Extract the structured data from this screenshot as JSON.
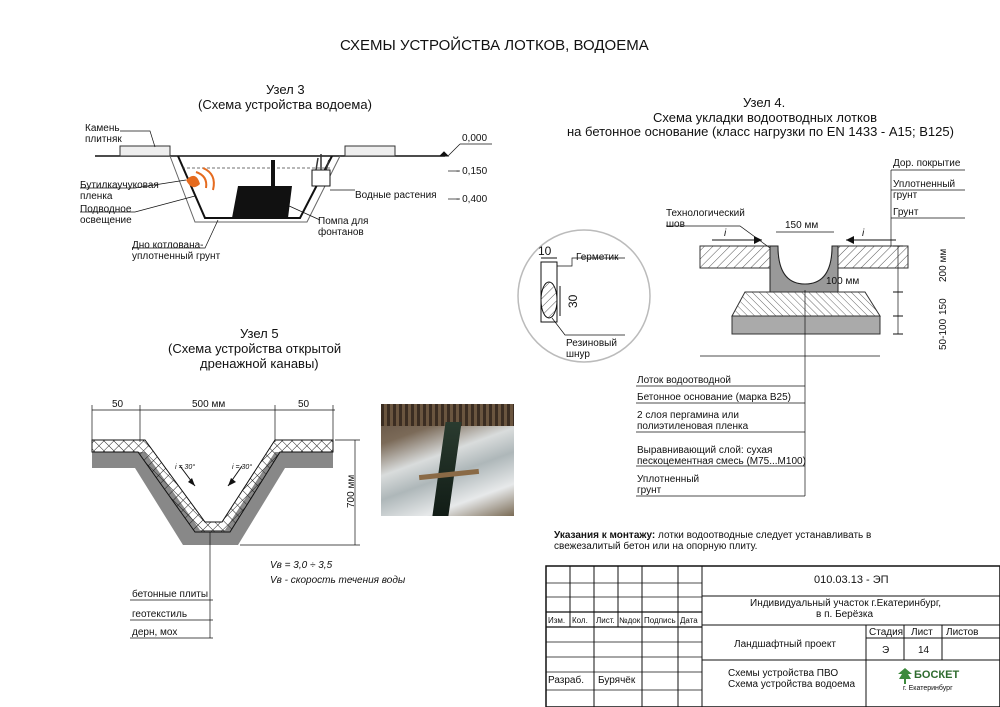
{
  "title": "СХЕМЫ УСТРОЙСТВА ЛОТКОВ, ВОДОЕМА",
  "node3": {
    "title": "Узел 3",
    "subtitle": "(Схема устройства водоема)",
    "labels": {
      "stone": "Камень",
      "tile": "плитняк",
      "film1": "Бутилкаучуковая",
      "film2": "пленка",
      "light1": "Подводное",
      "light2": "освещение",
      "bottom1": "Дно котлована-",
      "bottom2": "уплотненный грунт",
      "plants": "Водные растения",
      "pump1": "Помпа для",
      "pump2": "фонтанов"
    },
    "levels": [
      "0,000",
      "- 0,150",
      "- 0,400"
    ]
  },
  "node4": {
    "title": "Узел 4.",
    "subtitle1": "Схема укладки водоотводных лотков",
    "subtitle2": "на бетонное основание (класс нагрузки по EN 1433 - А15; В125)",
    "right_labels": [
      "Дор. покрытие",
      "Уплотненный",
      "грунт",
      "Грунт"
    ],
    "seam1": "Технологический",
    "seam2": "шов",
    "dim_150mm": "150 мм",
    "dim_100mm": "100 мм",
    "dim_200mm": "200 мм",
    "dim_150": "150",
    "dim_50_100": "50-100",
    "slope": "i",
    "detail": {
      "d10": "10",
      "d30": "30",
      "sealant": "Герметик",
      "cord1": "Резиновый",
      "cord2": "шнур"
    },
    "legend": [
      "Лоток водоотводной",
      "Бетонное основание (марка В25)",
      "2 слоя пергамина или",
      "полиэтиленовая пленка",
      "Выравнивающий слой: сухая",
      "пескоцементная смесь (М75...М100)",
      "Уплотненный",
      "грунт"
    ]
  },
  "node5": {
    "title": "Узел 5",
    "subtitle1": "(Схема устройства открытой",
    "subtitle2": "дренажной канавы)",
    "dims": [
      "50",
      "500 мм",
      "50"
    ],
    "depth": "700 мм",
    "angle": "i = 30°",
    "formula1": "Vв = 3,0 ÷ 3,5",
    "formula2": "Vв - скорость течения воды",
    "legend": [
      "бетонные плиты",
      "геотекстиль",
      "дерн, мох"
    ]
  },
  "notes": {
    "bold": "Указания к монтажу:",
    "text1": " лотки водоотводные следует устанавливать в",
    "text2": "свежезалитый бетон или на опорную плиту."
  },
  "title_block": {
    "code": "010.03.13 - ЭП",
    "site1": "Индивидуальный участок г.Екатеринбург,",
    "site2": "в п. Берёзка",
    "cols": [
      "Изм.",
      "Кол.",
      "Лист.",
      "№док",
      "Подпись",
      "Дата"
    ],
    "project": "Ландшафтный проект",
    "stage_h": "Стадия",
    "sheet_h": "Лист",
    "sheets_h": "Листов",
    "stage": "Э",
    "sheet": "14",
    "developer_label": "Разраб.",
    "developer": "Бурячёк",
    "name1": "Схемы устройства ПВО",
    "name2": "Схема устройства водоема",
    "logo": "БОСКЕТ",
    "logo_city": "г. Екатеринбург"
  }
}
